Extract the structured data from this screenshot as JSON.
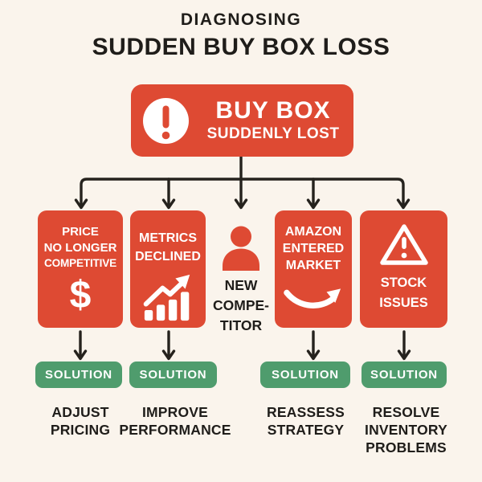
{
  "colors": {
    "background": "#FAF4EC",
    "node_red": "#DE4A33",
    "solution_green": "#4F9C6D",
    "connector_dark": "#25221D",
    "text_dark": "#1F1D1A",
    "white": "#FFFFFF"
  },
  "title": {
    "kicker": "DIAGNOSING",
    "main": "SUDDEN BUY BOX LOSS"
  },
  "root": {
    "icon": "alert-exclamation-icon",
    "line1": "BUY BOX",
    "line2": "SUDDENLY LOST"
  },
  "causes": [
    {
      "id": "price-no-longer-competitive",
      "icon": "dollar-icon",
      "glyph": "$",
      "lines": [
        "PRICE",
        "NO LONGER",
        "COMPETITIVE"
      ],
      "solution": "SOLUTION",
      "action": [
        "ADJUST",
        "PRICING"
      ]
    },
    {
      "id": "metrics-declined",
      "icon": "bar-chart-trend-icon",
      "lines": [
        "METRICS",
        "DECLINED"
      ],
      "solution": "SOLUTION",
      "action": [
        "IMPROVE",
        "PERFORMANCE"
      ]
    },
    {
      "id": "new-competitor",
      "icon": "person-icon",
      "lines": [
        "NEW",
        "COMPE-",
        "TITOR"
      ]
    },
    {
      "id": "amazon-entered-market",
      "icon": "amazon-smile-icon",
      "lines": [
        "AMAZON",
        "ENTERED",
        "MARKET"
      ],
      "solution": "SOLUTION",
      "action": [
        "REASSESS",
        "STRATEGY"
      ]
    },
    {
      "id": "stock-issues",
      "icon": "warning-triangle-icon",
      "lines": [
        "STOCK",
        "ISSUES"
      ],
      "solution": "SOLUTION",
      "action": [
        "RESOLVE",
        "INVENTORY",
        "PROBLEMS"
      ]
    }
  ]
}
